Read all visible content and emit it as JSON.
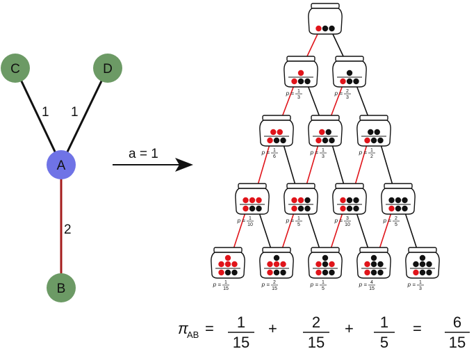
{
  "colors": {
    "node_green": "#6c9a65",
    "node_blue": "#6f73e6",
    "edge_red": "#a41c1c",
    "ball_red": "#e0141a",
    "ball_black": "#111111"
  },
  "graph": {
    "nodes": [
      {
        "id": "C",
        "label": "C"
      },
      {
        "id": "D",
        "label": "D"
      },
      {
        "id": "A",
        "label": "A"
      },
      {
        "id": "B",
        "label": "B"
      }
    ],
    "edges": [
      {
        "from": "C",
        "to": "A",
        "weight": "1"
      },
      {
        "from": "D",
        "to": "A",
        "weight": "1"
      },
      {
        "from": "A",
        "to": "B",
        "weight": "2"
      }
    ]
  },
  "transition_label": "a = 1",
  "tree": {
    "rows": [
      [
        {
          "top": [],
          "bottom": [
            "red",
            "black",
            "black"
          ],
          "p": null
        }
      ],
      [
        {
          "top": [
            "red"
          ],
          "bottom": [
            "red",
            "black",
            "black"
          ],
          "p": {
            "num": "1",
            "den": "3"
          }
        },
        {
          "top": [
            "black"
          ],
          "bottom": [
            "red",
            "black",
            "black"
          ],
          "p": {
            "num": "2",
            "den": "3"
          }
        }
      ],
      [
        {
          "top": [
            "red",
            "red"
          ],
          "bottom": [
            "red",
            "black",
            "black"
          ],
          "p": {
            "num": "1",
            "den": "6"
          }
        },
        {
          "top": [
            "red",
            "black"
          ],
          "bottom": [
            "red",
            "black",
            "black"
          ],
          "p": {
            "num": "1",
            "den": "3"
          }
        },
        {
          "top": [
            "black",
            "black"
          ],
          "bottom": [
            "red",
            "black",
            "black"
          ],
          "p": {
            "num": "1",
            "den": "2"
          }
        }
      ],
      [
        {
          "top": [
            "red",
            "red",
            "red"
          ],
          "bottom": [
            "red",
            "black",
            "black"
          ],
          "p": {
            "num": "1",
            "den": "10"
          }
        },
        {
          "top": [
            "red",
            "red",
            "black"
          ],
          "bottom": [
            "red",
            "black",
            "black"
          ],
          "p": {
            "num": "1",
            "den": "5"
          }
        },
        {
          "top": [
            "red",
            "black",
            "black"
          ],
          "bottom": [
            "red",
            "black",
            "black"
          ],
          "p": {
            "num": "3",
            "den": "10"
          }
        },
        {
          "top": [
            "black",
            "black",
            "black"
          ],
          "bottom": [
            "red",
            "black",
            "black"
          ],
          "p": {
            "num": "2",
            "den": "5"
          }
        }
      ],
      [
        {
          "top": [
            "red",
            "red",
            "red",
            "red"
          ],
          "bottom": [
            "red",
            "black",
            "black"
          ],
          "p": {
            "num": "1",
            "den": "15"
          }
        },
        {
          "top": [
            "black",
            "red",
            "red",
            "red"
          ],
          "bottom": [
            "red",
            "black",
            "black"
          ],
          "p": {
            "num": "2",
            "den": "15"
          }
        },
        {
          "top": [
            "black",
            "red",
            "black",
            "red"
          ],
          "bottom": [
            "red",
            "black",
            "black"
          ],
          "p": {
            "num": "1",
            "den": "5"
          }
        },
        {
          "top": [
            "black",
            "red",
            "black",
            "black"
          ],
          "bottom": [
            "red",
            "black",
            "black"
          ],
          "p": {
            "num": "4",
            "den": "15"
          }
        },
        {
          "top": [
            "black",
            "black",
            "black",
            "black"
          ],
          "bottom": [
            "red",
            "black",
            "black"
          ],
          "p": {
            "num": "1",
            "den": "3"
          }
        }
      ]
    ],
    "p_prefix": "p ="
  },
  "formula": {
    "lhs": "π",
    "lhs_sub": "AB",
    "eq": "=",
    "terms": [
      {
        "num": "1",
        "den": "15"
      },
      {
        "num": "2",
        "den": "15"
      },
      {
        "num": "1",
        "den": "5"
      }
    ],
    "plus": "+",
    "result": {
      "num": "6",
      "den": "15"
    }
  }
}
